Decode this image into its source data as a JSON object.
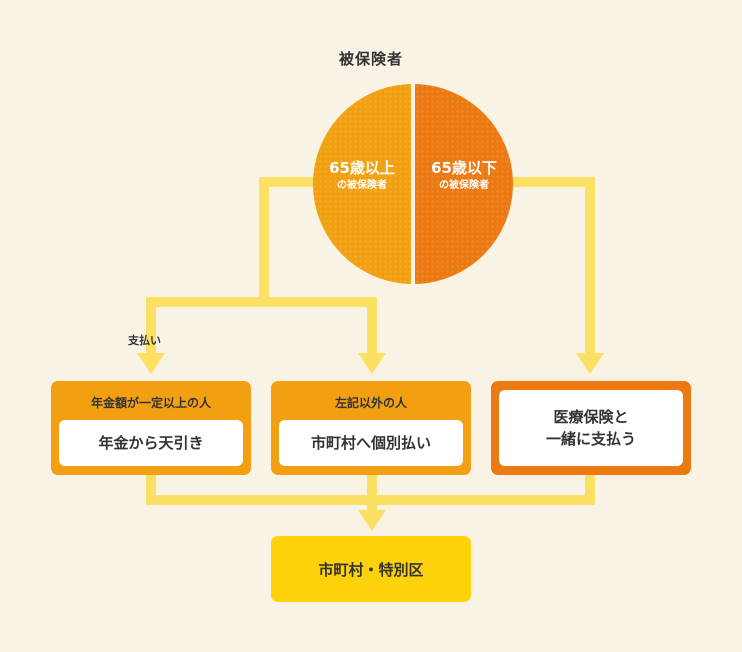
{
  "title": "被保険者",
  "circle": {
    "left": {
      "line1": "65歳以上",
      "line2": "の被保険者",
      "color": "#f2a011"
    },
    "right": {
      "line1": "65歳以下",
      "line2": "の被保険者",
      "color": "#ec7911"
    }
  },
  "pay_label": "支払い",
  "boxes": [
    {
      "header": "年金額が一定以上の人",
      "text": "年金から天引き"
    },
    {
      "header": "左記以外の人",
      "text": "市町村へ個別払い"
    },
    {
      "line1": "医療保険と",
      "line2": "一緒に支払う"
    }
  ],
  "bottom": "市町村・特別区",
  "colors": {
    "connector": "#fbe063",
    "bottom_box": "#fdd20a",
    "background": "#f8f3e5"
  }
}
